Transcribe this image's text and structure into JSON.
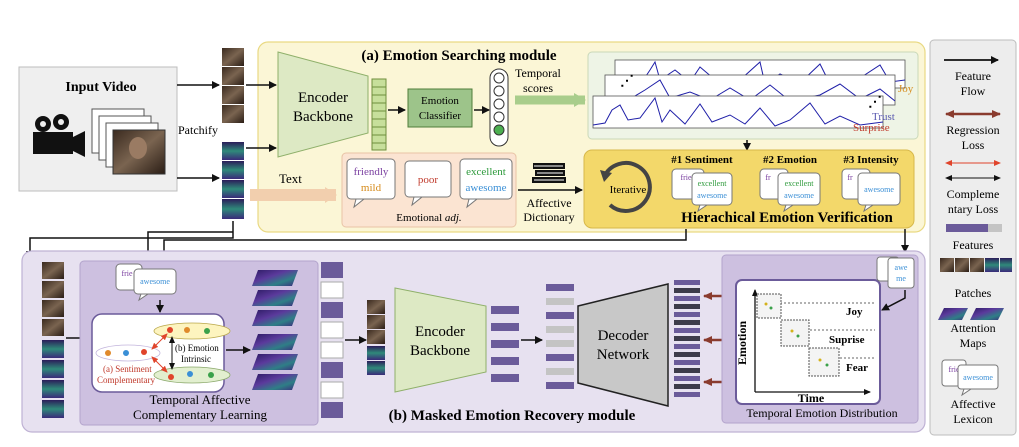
{
  "input": {
    "title": "Input Video",
    "patchify": "Patchify",
    "text": "Text"
  },
  "search_module": {
    "title": "(a) Emotion Searching module",
    "encoder": [
      "Encoder",
      "Backbone"
    ],
    "classifier": [
      "Emotion",
      "Classifier"
    ],
    "temporal_scores": [
      "Temporal",
      "scores"
    ],
    "score_labels": [
      "Joy",
      "Trust",
      "Surprise"
    ],
    "adjectives": [
      {
        "words": [
          "friendly",
          "mild"
        ],
        "colors": [
          "#7a3fa0",
          "#d58a1a"
        ]
      },
      {
        "words": [
          "poor"
        ],
        "colors": [
          "#c0392b"
        ]
      },
      {
        "words": [
          "excellent",
          "awesome"
        ],
        "colors": [
          "#2e9a3c",
          "#3a8fd6"
        ]
      }
    ],
    "adj_caption": "Emotional",
    "adj_caption_italic": "adj.",
    "dictionary": [
      "Affective",
      "Dictionary"
    ],
    "iterative": "Iterative",
    "verification_steps": [
      "#1 Sentiment",
      "#2 Emotion",
      "#3 Intensity"
    ],
    "verification_title": "Hierachical Emotion Verification",
    "bubble_words": {
      "fri": "frie",
      "excellent": "excellent",
      "awesome": "awesome",
      "fr": "fr"
    }
  },
  "recovery_module": {
    "title": "(b) Masked Emotion Recovery module",
    "lexicon_left": [
      "frie",
      "awesome"
    ],
    "lexicon_right": [
      "awe",
      "me"
    ],
    "tacl_center_label": [
      "(b) Emotion",
      "Intrinsic"
    ],
    "tacl_side_label": [
      "(a) Sentiment",
      "Complementary"
    ],
    "tacl_title": [
      "Temporal Affective",
      "Complementary Learning"
    ],
    "encoder": [
      "Encoder",
      "Backbone"
    ],
    "decoder": [
      "Decoder",
      "Network"
    ],
    "distribution": {
      "ylabel": "Emotion",
      "xlabel": "Time",
      "rows": [
        "Joy",
        "Suprise",
        "Fear"
      ],
      "caption": "Temporal Emotion Distribution"
    }
  },
  "legend": [
    {
      "label": [
        "Feature",
        "Flow"
      ]
    },
    {
      "label": [
        "Regression",
        "Loss"
      ]
    },
    {
      "label": [
        "Compleme",
        "ntary Loss"
      ]
    },
    {
      "label": [
        "Features"
      ]
    },
    {
      "label": [
        "Patches"
      ]
    },
    {
      "label": [
        "Attention",
        "Maps"
      ]
    },
    {
      "label": [
        "Affective",
        "Lexicon"
      ]
    }
  ],
  "legend_bubbles": [
    "frie",
    "awesome"
  ],
  "colors": {
    "yellow_panel": "#fbf6d6",
    "yellow_border": "#e9d983",
    "purple_panel": "#e7e1f0",
    "purple_border": "#bfb2d4",
    "encoder_green": "#dde9c4",
    "encoder_border": "#8fb06a",
    "classifier_green": "#9dc48a",
    "feature_purple": "#6b5b9a",
    "regression_red": "#8a3b2e",
    "verify_yellow": "#f3d86a"
  }
}
